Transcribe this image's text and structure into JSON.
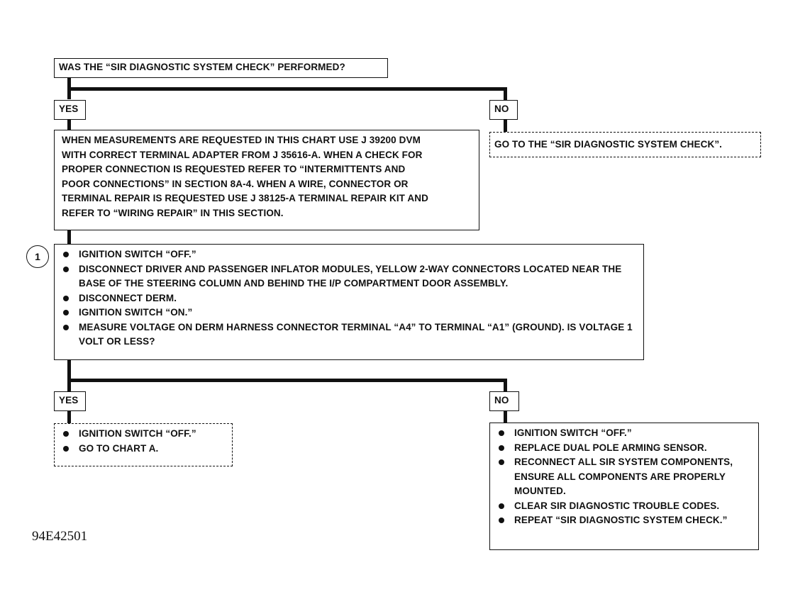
{
  "question_box": "WAS THE “SIR DIAGNOSTIC SYSTEM CHECK” PERFORMED?",
  "branch1": {
    "yes_label": "YES",
    "no_label": "NO",
    "no_action": "GO TO THE “SIR DIAGNOSTIC SYSTEM CHECK”."
  },
  "instructions_box": [
    "WHEN MEASUREMENTS ARE REQUESTED IN THIS CHART USE J 39200 DVM",
    "WITH CORRECT TERMINAL ADAPTER FROM J 35616-A.  WHEN A CHECK FOR",
    "PROPER CONNECTION IS REQUESTED REFER TO “INTERMITTENTS AND",
    "POOR CONNECTIONS” IN SECTION 8A-4.  WHEN A WIRE, CONNECTOR OR",
    "TERMINAL REPAIR IS REQUESTED USE J 38125-A TERMINAL REPAIR KIT AND",
    "REFER TO “WIRING REPAIR” IN THIS SECTION."
  ],
  "step1": {
    "number": "1",
    "items": [
      "IGNITION SWITCH “OFF.”",
      "DISCONNECT DRIVER AND PASSENGER INFLATOR MODULES, YELLOW 2-WAY CONNECTORS LOCATED NEAR THE BASE OF THE STEERING COLUMN AND BEHIND THE I/P COMPARTMENT DOOR ASSEMBLY.",
      "DISCONNECT DERM.",
      "IGNITION SWITCH “ON.”",
      "MEASURE VOLTAGE ON DERM HARNESS CONNECTOR TERMINAL “A4” TO TERMINAL “A1” (GROUND). IS VOLTAGE 1 VOLT OR LESS?"
    ]
  },
  "branch2": {
    "yes_label": "YES",
    "no_label": "NO",
    "yes_items": [
      "IGNITION SWITCH “OFF.”",
      "GO TO CHART A."
    ],
    "no_items": [
      "IGNITION SWITCH “OFF.”",
      "REPLACE DUAL POLE ARMING SENSOR.",
      "RECONNECT ALL SIR SYSTEM COMPONENTS, ENSURE ALL COMPONENTS ARE PROPERLY MOUNTED.",
      "CLEAR SIR DIAGNOSTIC TROUBLE CODES.",
      "REPEAT “SIR DIAGNOSTIC SYSTEM CHECK.”"
    ]
  },
  "figure_id": "94E42501"
}
